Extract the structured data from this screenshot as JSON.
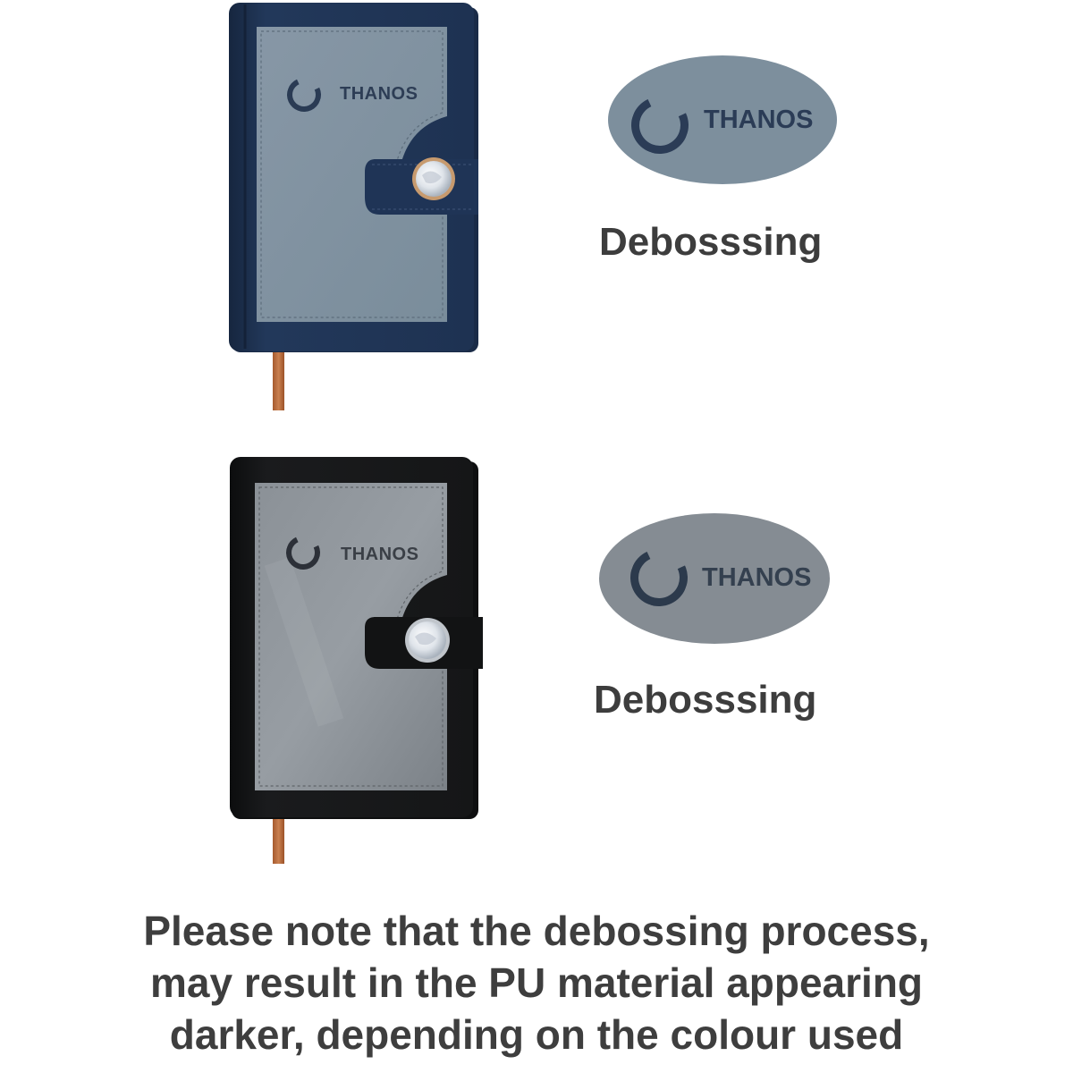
{
  "product": {
    "brand_text": "THANOS",
    "colors": {
      "navy_cover": "#1f3456",
      "black_cover": "#141517",
      "panel_blue": "#7f919f",
      "panel_grey": "#858b92",
      "ribbon": "#b86a3c",
      "deboss_ink": "#2d3d55"
    }
  },
  "variants": [
    {
      "name": "navy",
      "logo_text": "THANOS",
      "sample_text": "THANOS",
      "caption": "Debosssing"
    },
    {
      "name": "black",
      "logo_text": "THANOS",
      "sample_text": "THANOS",
      "caption": "Debosssing"
    }
  ],
  "note": {
    "lines": [
      "Please note that the debossing process,",
      "may result in the PU material appearing",
      "darker, depending on the colour used"
    ]
  }
}
